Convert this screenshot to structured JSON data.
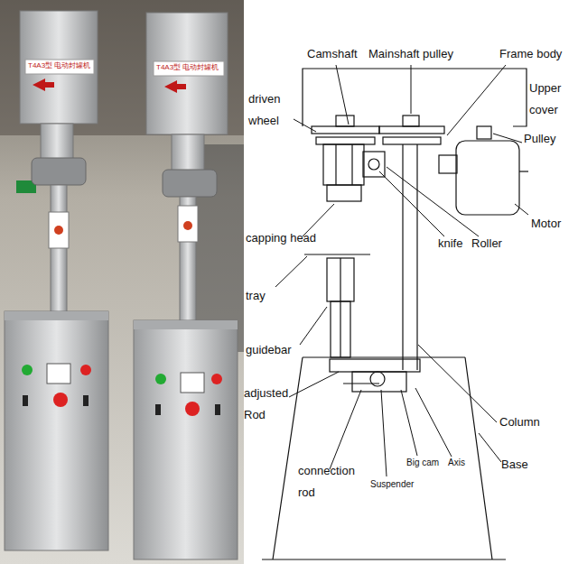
{
  "diagram": {
    "labels": [
      "T4A3型 电动封罐机",
      "T4A3型 电动封罐机",
      "Camshaft",
      "Mainshaft pulley",
      "Frame body",
      "Upper cover",
      "driven wheel",
      "Pulley",
      "Motor",
      "capping head",
      "knife",
      "Roller",
      "tray",
      "guidebar",
      "adjusted Rod",
      "Column",
      "connection rod",
      "Suspender",
      "Big cam",
      "Axis",
      "Base"
    ]
  }
}
